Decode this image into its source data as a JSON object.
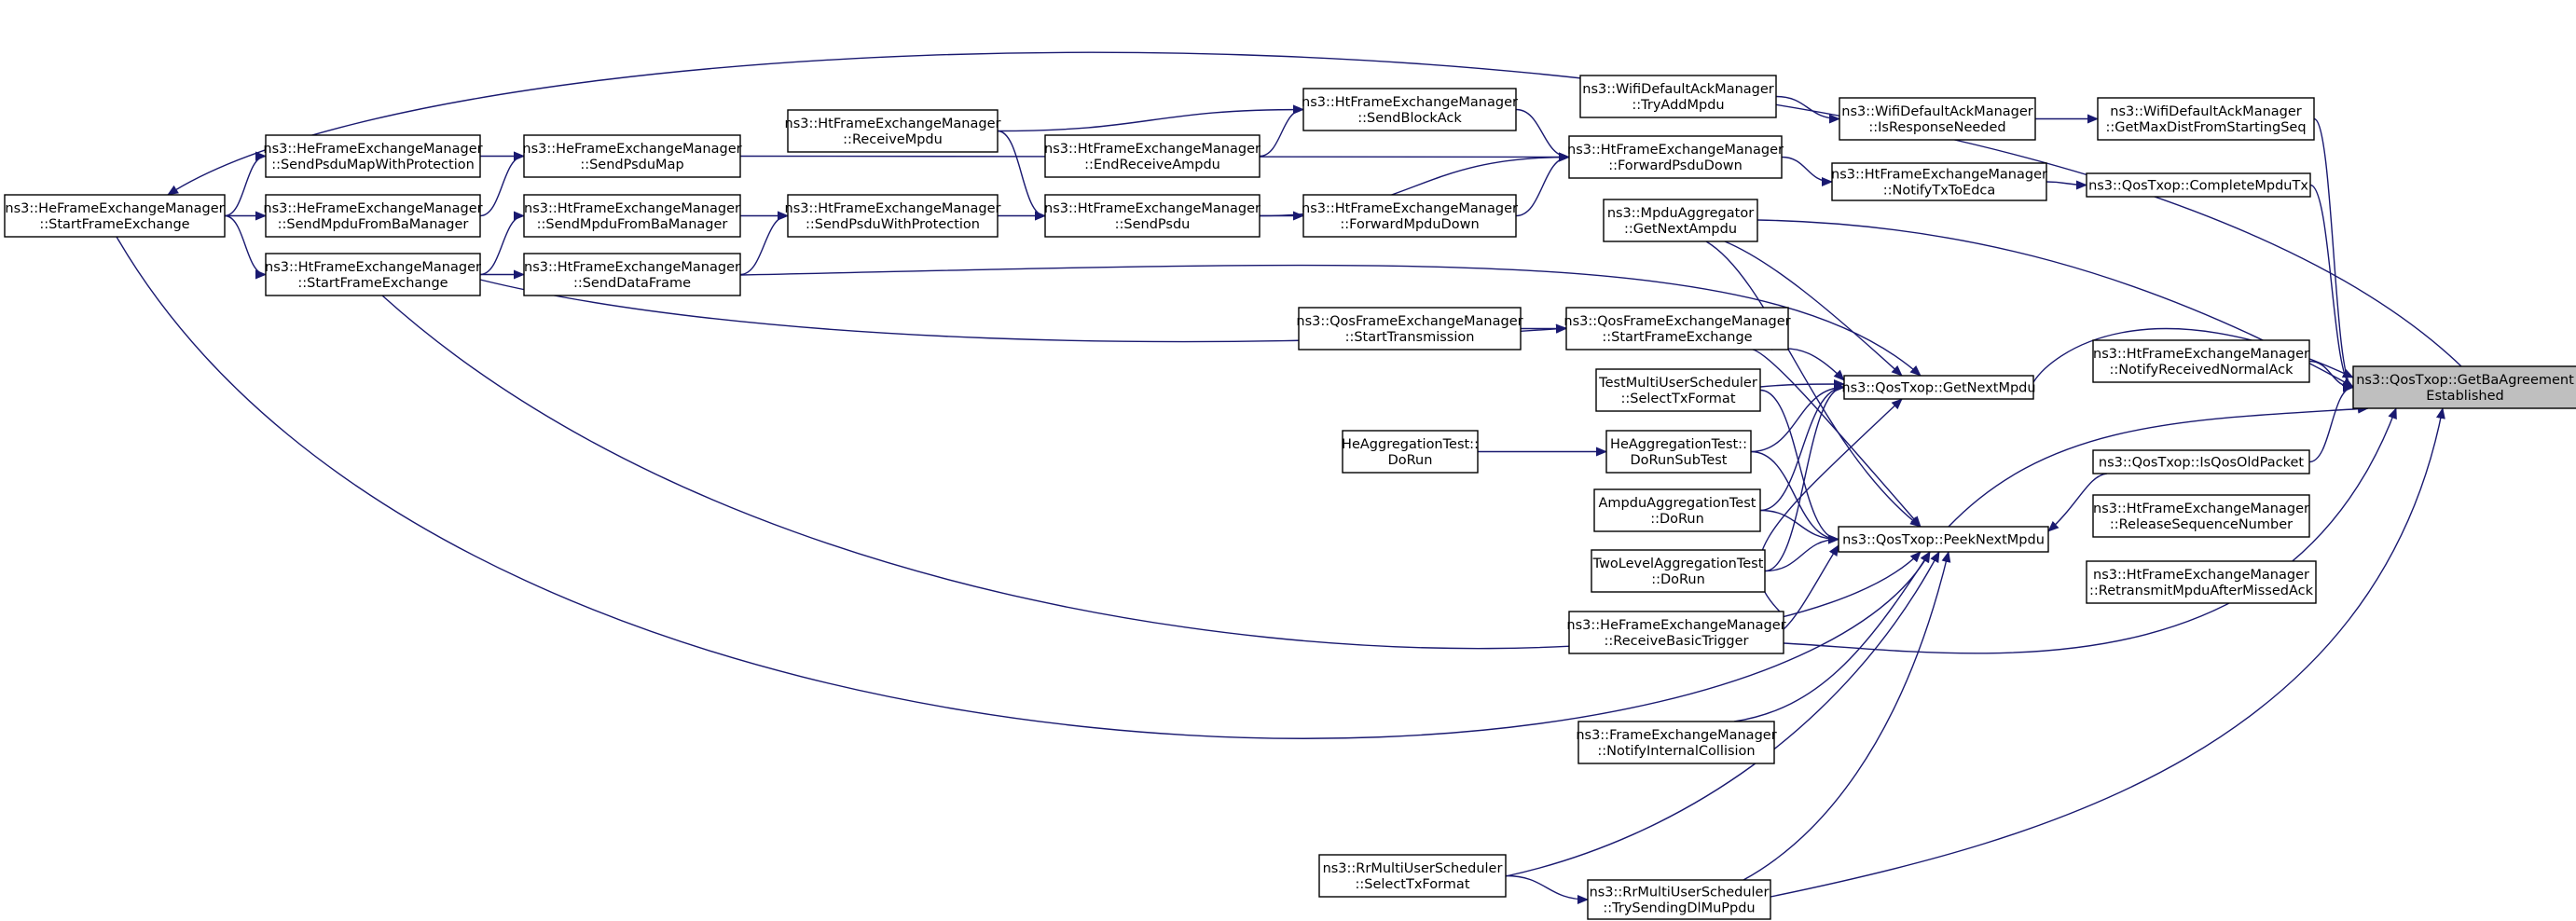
{
  "diagram": {
    "type": "call-graph",
    "colors": {
      "edge": "#191970",
      "node_fill": "#ffffff",
      "focus_fill": "#bfbfbf",
      "node_border": "#000000"
    },
    "nodes": [
      {
        "id": "getBa",
        "lines": [
          "ns3::QosTxop::GetBaAgreement",
          "Established"
        ],
        "focus": true
      },
      {
        "id": "heStartFE",
        "lines": [
          "ns3::HeFrameExchangeManager",
          "::StartFrameExchange"
        ]
      },
      {
        "id": "heSendPsduMapProt",
        "lines": [
          "ns3::HeFrameExchangeManager",
          "::SendPsduMapWithProtection"
        ]
      },
      {
        "id": "heSendMpduBa",
        "lines": [
          "ns3::HeFrameExchangeManager",
          "::SendMpduFromBaManager"
        ]
      },
      {
        "id": "htStartFE",
        "lines": [
          "ns3::HtFrameExchangeManager",
          "::StartFrameExchange"
        ]
      },
      {
        "id": "heSendPsduMap",
        "lines": [
          "ns3::HeFrameExchangeManager",
          "::SendPsduMap"
        ]
      },
      {
        "id": "htSendMpduBa",
        "lines": [
          "ns3::HtFrameExchangeManager",
          "::SendMpduFromBaManager"
        ]
      },
      {
        "id": "htSendDataFrame",
        "lines": [
          "ns3::HtFrameExchangeManager",
          "::SendDataFrame"
        ]
      },
      {
        "id": "htReceiveMpdu",
        "lines": [
          "ns3::HtFrameExchangeManager",
          "::ReceiveMpdu"
        ]
      },
      {
        "id": "htSendPsduProt",
        "lines": [
          "ns3::HtFrameExchangeManager",
          "::SendPsduWithProtection"
        ]
      },
      {
        "id": "htEndReceiveAmpdu",
        "lines": [
          "ns3::HtFrameExchangeManager",
          "::EndReceiveAmpdu"
        ]
      },
      {
        "id": "htSendPsdu",
        "lines": [
          "ns3::HtFrameExchangeManager",
          "::SendPsdu"
        ]
      },
      {
        "id": "htSendBlockAck",
        "lines": [
          "ns3::HtFrameExchangeManager",
          "::SendBlockAck"
        ]
      },
      {
        "id": "htForwardMpduDown",
        "lines": [
          "ns3::HtFrameExchangeManager",
          "::ForwardMpduDown"
        ]
      },
      {
        "id": "qosFEStartTx",
        "lines": [
          "ns3::QosFrameExchangeManager",
          "::StartTransmission"
        ]
      },
      {
        "id": "heAggTestDoRun",
        "lines": [
          "HeAggregationTest::",
          "DoRun"
        ]
      },
      {
        "id": "rrSelectTxFormat",
        "lines": [
          "ns3::RrMultiUserScheduler",
          "::SelectTxFormat"
        ]
      },
      {
        "id": "wifiTryAddMpdu",
        "lines": [
          "ns3::WifiDefaultAckManager",
          "::TryAddMpdu"
        ]
      },
      {
        "id": "htForwardPsduDown",
        "lines": [
          "ns3::HtFrameExchangeManager",
          "::ForwardPsduDown"
        ]
      },
      {
        "id": "mpduAggGetNext",
        "lines": [
          "ns3::MpduAggregator",
          "::GetNextAmpdu"
        ]
      },
      {
        "id": "qosFEStartFE",
        "lines": [
          "ns3::QosFrameExchangeManager",
          "::StartFrameExchange"
        ]
      },
      {
        "id": "testMUSelect",
        "lines": [
          "TestMultiUserScheduler",
          "::SelectTxFormat"
        ]
      },
      {
        "id": "heAggDoRunSub",
        "lines": [
          "HeAggregationTest::",
          "DoRunSubTest"
        ]
      },
      {
        "id": "ampduAggDoRun",
        "lines": [
          "AmpduAggregationTest",
          "::DoRun"
        ]
      },
      {
        "id": "twoLevelDoRun",
        "lines": [
          "TwoLevelAggregationTest",
          "::DoRun"
        ]
      },
      {
        "id": "heReceiveBasicTrigger",
        "lines": [
          "ns3::HeFrameExchangeManager",
          "::ReceiveBasicTrigger"
        ]
      },
      {
        "id": "feNotifyInternal",
        "lines": [
          "ns3::FrameExchangeManager",
          "::NotifyInternalCollision"
        ]
      },
      {
        "id": "rrTrySendingDl",
        "lines": [
          "ns3::RrMultiUserScheduler",
          "::TrySendingDlMuPpdu"
        ]
      },
      {
        "id": "wifiIsRespNeeded",
        "lines": [
          "ns3::WifiDefaultAckManager",
          "::IsResponseNeeded"
        ]
      },
      {
        "id": "htNotifyTxToEdca",
        "lines": [
          "ns3::HtFrameExchangeManager",
          "::NotifyTxToEdca"
        ]
      },
      {
        "id": "qosGetNextMpdu",
        "lines": [
          "ns3::QosTxop::GetNextMpdu"
        ]
      },
      {
        "id": "qosPeekNextMpdu",
        "lines": [
          "ns3::QosTxop::PeekNextMpdu"
        ]
      },
      {
        "id": "wifiGetMaxDist",
        "lines": [
          "ns3::WifiDefaultAckManager",
          "::GetMaxDistFromStartingSeq"
        ]
      },
      {
        "id": "qosCompleteMpduTx",
        "lines": [
          "ns3::QosTxop::CompleteMpduTx"
        ]
      },
      {
        "id": "htNotifyRecvNormalAck",
        "lines": [
          "ns3::HtFrameExchangeManager",
          "::NotifyReceivedNormalAck"
        ]
      },
      {
        "id": "qosIsQosOldPacket",
        "lines": [
          "ns3::QosTxop::IsQosOldPacket"
        ]
      },
      {
        "id": "htReleaseSeqNum",
        "lines": [
          "ns3::HtFrameExchangeManager",
          "::ReleaseSequenceNumber"
        ]
      },
      {
        "id": "htRetransmitMpdu",
        "lines": [
          "ns3::HtFrameExchangeManager",
          "::RetransmitMpduAfterMissedAck"
        ]
      }
    ],
    "edges": [
      {
        "from": "heStartFE",
        "to": "getBa"
      },
      {
        "from": "heSendPsduMapProt",
        "to": "heStartFE"
      },
      {
        "from": "heSendMpduBa",
        "to": "heStartFE"
      },
      {
        "from": "htStartFE",
        "to": "heStartFE"
      },
      {
        "from": "heSendPsduMap",
        "to": "heSendPsduMapProt"
      },
      {
        "from": "heSendPsduMap",
        "to": "heSendMpduBa"
      },
      {
        "from": "htSendMpduBa",
        "to": "htStartFE"
      },
      {
        "from": "htSendDataFrame",
        "to": "htStartFE"
      },
      {
        "from": "htSendPsduProt",
        "to": "htSendMpduBa"
      },
      {
        "from": "htSendPsduProt",
        "to": "htSendDataFrame"
      },
      {
        "from": "htSendPsdu",
        "to": "htSendPsduProt"
      },
      {
        "from": "htSendPsdu",
        "to": "htReceiveMpdu"
      },
      {
        "from": "htSendBlockAck",
        "to": "htReceiveMpdu"
      },
      {
        "from": "htSendBlockAck",
        "to": "htEndReceiveAmpdu"
      },
      {
        "from": "htForwardMpduDown",
        "to": "htSendPsdu"
      },
      {
        "from": "htForwardPsduDown",
        "to": "htSendPsdu"
      },
      {
        "from": "htForwardPsduDown",
        "to": "htSendBlockAck"
      },
      {
        "from": "htForwardPsduDown",
        "to": "htForwardMpduDown"
      },
      {
        "from": "htForwardPsduDown",
        "to": "heSendPsduMap"
      },
      {
        "from": "htNotifyTxToEdca",
        "to": "htForwardPsduDown"
      },
      {
        "from": "wifiIsRespNeeded",
        "to": "wifiTryAddMpdu"
      },
      {
        "from": "wifiGetMaxDist",
        "to": "wifiIsRespNeeded"
      },
      {
        "from": "qosCompleteMpduTx",
        "to": "htNotifyTxToEdca"
      },
      {
        "from": "getBa",
        "to": "wifiGetMaxDist"
      },
      {
        "from": "getBa",
        "to": "qosCompleteMpduTx"
      },
      {
        "from": "getBa",
        "to": "mpduAggGetNext"
      },
      {
        "from": "getBa",
        "to": "qosGetNextMpdu"
      },
      {
        "from": "getBa",
        "to": "htNotifyRecvNormalAck"
      },
      {
        "from": "getBa",
        "to": "qosIsQosOldPacket"
      },
      {
        "from": "getBa",
        "to": "qosPeekNextMpdu"
      },
      {
        "from": "getBa",
        "to": "heReceiveBasicTrigger"
      },
      {
        "from": "getBa",
        "to": "rrTrySendingDl"
      },
      {
        "from": "qosGetNextMpdu",
        "to": "mpduAggGetNext"
      },
      {
        "from": "qosGetNextMpdu",
        "to": "qosFEStartFE"
      },
      {
        "from": "qosGetNextMpdu",
        "to": "htSendDataFrame"
      },
      {
        "from": "qosGetNextMpdu",
        "to": "testMUSelect"
      },
      {
        "from": "qosGetNextMpdu",
        "to": "heAggDoRunSub"
      },
      {
        "from": "qosGetNextMpdu",
        "to": "ampduAggDoRun"
      },
      {
        "from": "qosGetNextMpdu",
        "to": "twoLevelDoRun"
      },
      {
        "from": "qosGetNextMpdu",
        "to": "heReceiveBasicTrigger"
      },
      {
        "from": "qosFEStartFE",
        "to": "qosFEStartTx"
      },
      {
        "from": "qosFEStartFE",
        "to": "htStartFE"
      },
      {
        "from": "heAggDoRunSub",
        "to": "heAggTestDoRun"
      },
      {
        "from": "qosPeekNextMpdu",
        "to": "mpduAggGetNext"
      },
      {
        "from": "qosPeekNextMpdu",
        "to": "qosFEStartFE"
      },
      {
        "from": "qosPeekNextMpdu",
        "to": "testMUSelect"
      },
      {
        "from": "qosPeekNextMpdu",
        "to": "heAggDoRunSub"
      },
      {
        "from": "qosPeekNextMpdu",
        "to": "ampduAggDoRun"
      },
      {
        "from": "qosPeekNextMpdu",
        "to": "twoLevelDoRun"
      },
      {
        "from": "qosPeekNextMpdu",
        "to": "heReceiveBasicTrigger"
      },
      {
        "from": "qosPeekNextMpdu",
        "to": "feNotifyInternal"
      },
      {
        "from": "qosPeekNextMpdu",
        "to": "rrSelectTxFormat"
      },
      {
        "from": "qosPeekNextMpdu",
        "to": "rrTrySendingDl"
      },
      {
        "from": "qosPeekNextMpdu",
        "to": "htStartFE"
      },
      {
        "from": "qosPeekNextMpdu",
        "to": "heStartFE"
      },
      {
        "from": "qosPeekNextMpdu",
        "to": "qosIsQosOldPacket"
      },
      {
        "from": "rrTrySendingDl",
        "to": "rrSelectTxFormat"
      }
    ]
  }
}
